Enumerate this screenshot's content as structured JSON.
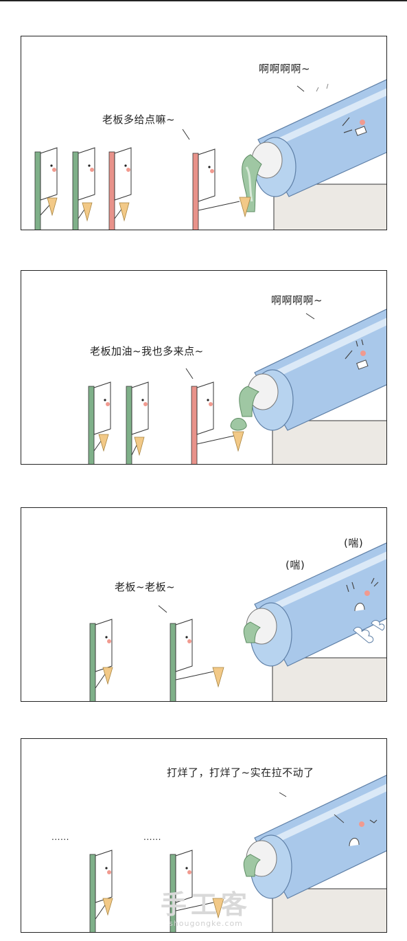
{
  "panels": [
    {
      "dialog_right": "啊啊啊啊~",
      "dialog_left": "老板多给点嘛~"
    },
    {
      "dialog_right": "啊啊啊啊~",
      "dialog_left": "老板加油~我也多来点~"
    },
    {
      "dialog_right_1": "(喘)",
      "dialog_right_2": "(喘)",
      "dialog_left": "老板~老板~"
    },
    {
      "dialog_right": "打烊了，打烊了~实在拉不动了",
      "dots_1": "......",
      "dots_2": "......"
    }
  ],
  "watermark": {
    "main": "手工客",
    "sub": "shougongke.com"
  },
  "colors": {
    "green_stick": "#7fb089",
    "pink_stick": "#e8928a",
    "tube_blue": "#a9c8ea",
    "ice_green": "#9fc7a3",
    "cone": "#f2c987",
    "counter": "#ece9e4"
  }
}
